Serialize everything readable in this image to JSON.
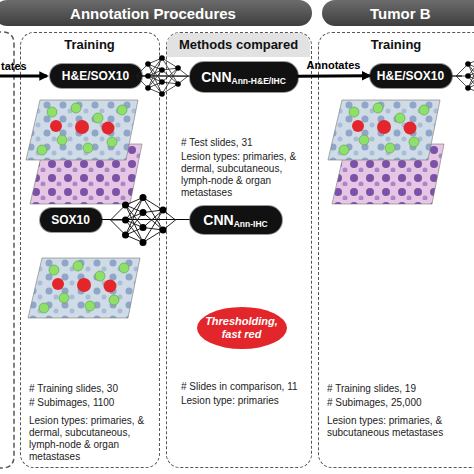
{
  "diagram": {
    "nodes": [
      {
        "text": [
          "Annotation Procedures"
        ]
      },
      {
        "text": [
          "Tumor B"
        ]
      },
      {
        "text": [
          "Training",
          "# Training slides, 30",
          "# Subimages, 1100",
          "Lesion types: primaries, & dermal, subcutaneous, lymph-node & organ metastases"
        ]
      },
      {
        "text": [
          "H&E/SOX10"
        ],
        "in": 2
      },
      {
        "text": [
          "SOX10"
        ],
        "in": 2
      },
      {
        "text": [
          "Methods compared",
          "# Test slides, 31",
          "Lesion types: primaries, & dermal, subcutaneous, lymph-node & organ metastases",
          "# Slides in comparison, 11",
          "Lesion type: primaries"
        ]
      },
      {
        "text": [
          "CNN",
          "Ann-H&E/IHC"
        ],
        "in": 5
      },
      {
        "text": [
          "CNN",
          "Ann-IHC"
        ],
        "in": 5
      },
      {
        "text": [
          "Thresholding, fast red"
        ],
        "in": 5
      },
      {
        "text": [
          "Training",
          "# Training slides, 19",
          "# Subimages, 25,000",
          "Lesion types: primaries, & subcutaneous metastases"
        ]
      },
      {
        "text": [
          "H&E/SOX10"
        ],
        "in": 9
      }
    ],
    "edges": [
      {
        "from": 3,
        "to": 6,
        "arrow": "none"
      },
      {
        "from": 4,
        "to": 7,
        "arrow": "none"
      },
      {
        "from": 6,
        "to": 10,
        "label": "Annotates",
        "arrow": "to"
      }
    ],
    "labels": [
      "tates"
    ]
  }
}
